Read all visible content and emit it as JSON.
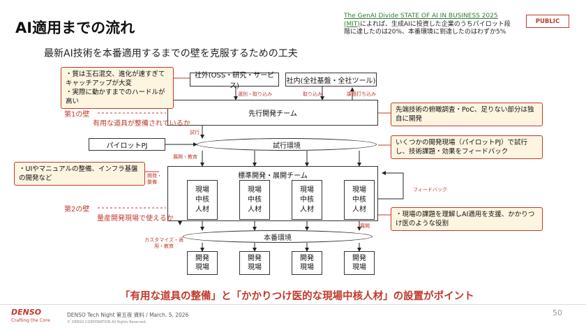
{
  "header": {
    "title": "AI適用までの流れ",
    "reference_link": "The GenAI Divide STATE OF AI IN BUSINESS 2025 (MIT)",
    "reference_text": "によれば、生成AIに投資した企業のうちパイロット段階に達したのは20%、本番環境に到達したのはわずか5%",
    "badge": "PUBLIC"
  },
  "subtitle": "最新AI技術を本番適用するまでの壁を克服するための工夫",
  "diagram": {
    "external_box": "社外(OSS・研究・サービス)",
    "internal_box": "社内(全社基盤・全社ツール)",
    "arrow_label_select": "選別・取り込み",
    "arrow_label_import": "取り込み",
    "arrow_label_issue": "課題打ち込み",
    "advance_team": "先行開発チーム",
    "trial_label": "試行",
    "trial_env": "試行環境",
    "pilot_pj": "パイロットPJ",
    "deploy_edu": "展開・教育",
    "dev_maint": "開発・整備",
    "std_team": "標準開発・展開チーム",
    "feedback": "フィードバック",
    "hubs": [
      {
        "l1": "現場",
        "l2": "中核",
        "l3": "人材"
      },
      {
        "l1": "現場",
        "l2": "中核",
        "l3": "人材"
      },
      {
        "l1": "現場",
        "l2": "中核",
        "l3": "人材"
      },
      {
        "l1": "現場",
        "l2": "中核",
        "l3": "人材"
      }
    ],
    "deploy": "展開",
    "prod_env": "本番環境",
    "customize": "カスタマイズ・適用・教育",
    "devsites": [
      {
        "l1": "開発",
        "l2": "現場"
      },
      {
        "l1": "開発",
        "l2": "現場"
      },
      {
        "l1": "開発",
        "l2": "現場"
      },
      {
        "l1": "開発",
        "l2": "現場"
      }
    ]
  },
  "walls": {
    "wall1": "第1の壁",
    "wall1_desc": "有用な道具が整備されているか",
    "wall2": "第2の壁",
    "wall2_desc": "量産開発現場で使えるか"
  },
  "callouts": {
    "top_left": [
      "・質は玉石混交、進化が速すぎてキャッチアップが大変",
      "・実際に動かすまでのハードルが高い"
    ],
    "advance": "先端技術の俯瞰調査・PoC、足りない部分は独自に開発",
    "pilot": "いくつかの開発現場（パイロットPJ）で試行し、技術課題・効果をフィードバック",
    "mid_left": "・UIやマニュアルの整備、インフラ基盤の開発など",
    "hub": "・現場の課題を理解しAI適用を支援、かかりつけ医のような役割"
  },
  "key_message": "「有用な道具の整備」と「かかりつけ医的な現場中核人材」の設置がポイント",
  "footer": {
    "logo": "DENSO",
    "logo_tagline": "Crafting the Core",
    "event": "DENSO Tech Night 第五夜 資料 / March. 5, 2026",
    "copyright": "© DENSO CORPORATION All Rights Reserved.",
    "page": "50"
  }
}
